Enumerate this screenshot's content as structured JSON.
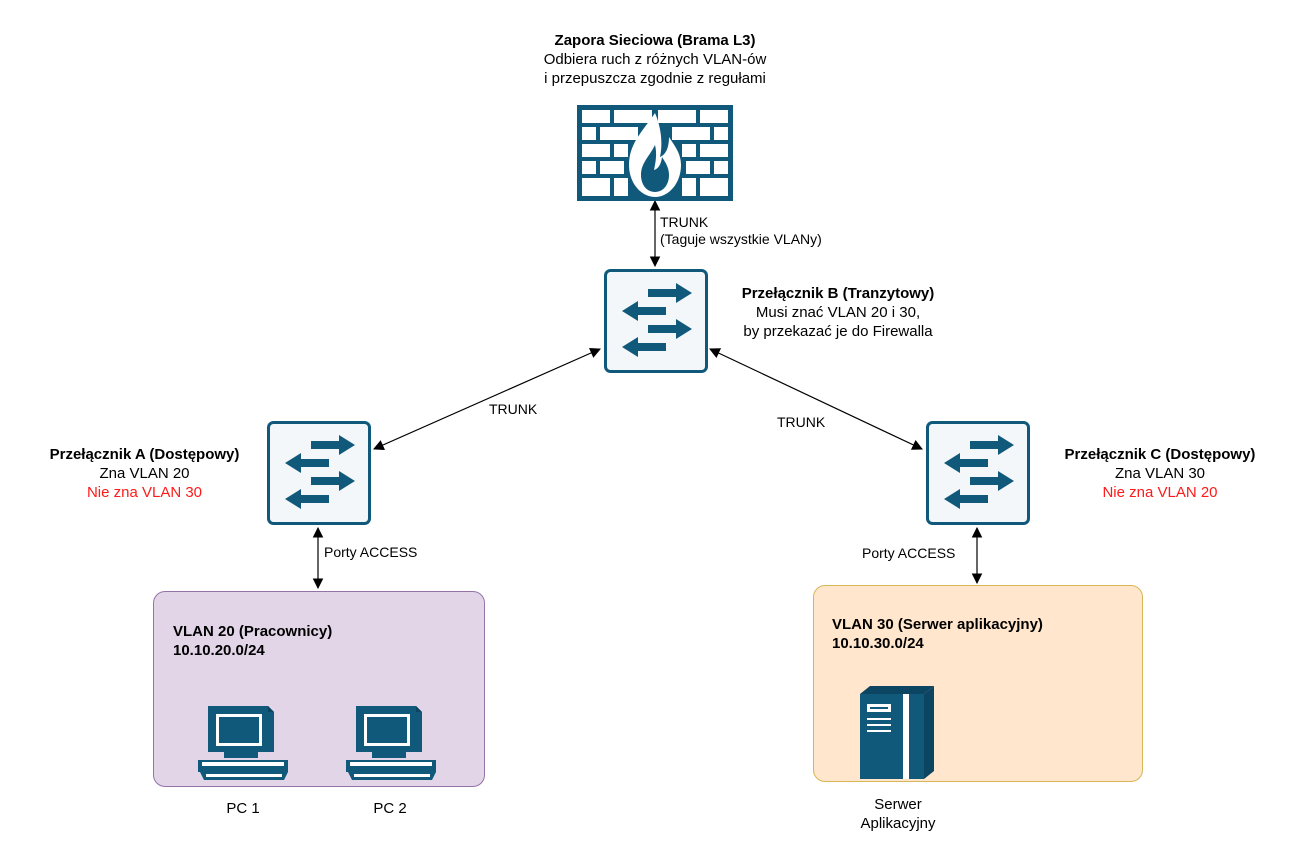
{
  "firewall": {
    "title": "Zapora Sieciowa (Brama L3)",
    "line1": "Odbiera ruch z różnych VLAN-ów",
    "line2": "i przepuszcza zgodnie z regułami"
  },
  "links": {
    "fw_b_label": "TRUNK",
    "fw_b_sublabel": "(Taguje wszystkie VLANy)",
    "a_b_label": "TRUNK",
    "c_b_label": "TRUNK",
    "a_vlan20_label": "Porty ACCESS",
    "c_vlan30_label": "Porty ACCESS"
  },
  "switch_b": {
    "title": "Przełącznik B (Tranzytowy)",
    "line1": "Musi znać VLAN 20 i 30,",
    "line2": "by przekazać je do Firewalla"
  },
  "switch_a": {
    "title": "Przełącznik A (Dostępowy)",
    "known": "Zna VLAN 20",
    "unknown": "Nie zna VLAN 30"
  },
  "switch_c": {
    "title": "Przełącznik C (Dostępowy)",
    "known": "Zna VLAN 30",
    "unknown": "Nie zna VLAN 20"
  },
  "vlan20": {
    "title": "VLAN 20 (Pracownicy)",
    "subnet": "10.10.20.0/24",
    "pc1": "PC 1",
    "pc2": "PC 2"
  },
  "vlan30": {
    "title": "VLAN 30 (Serwer aplikacyjny)",
    "subnet": "10.10.30.0/24",
    "server_line1": "Serwer",
    "server_line2": "Aplikacyjny"
  },
  "colors": {
    "device_blue": "#10597b",
    "device_bg": "#f4f7f9",
    "vlan20_fill": "#e1d5e7",
    "vlan20_border": "#9673a6",
    "vlan30_fill": "#ffe6cc",
    "vlan30_border": "#d6b656",
    "unknown_red": "#ff1a1a"
  }
}
